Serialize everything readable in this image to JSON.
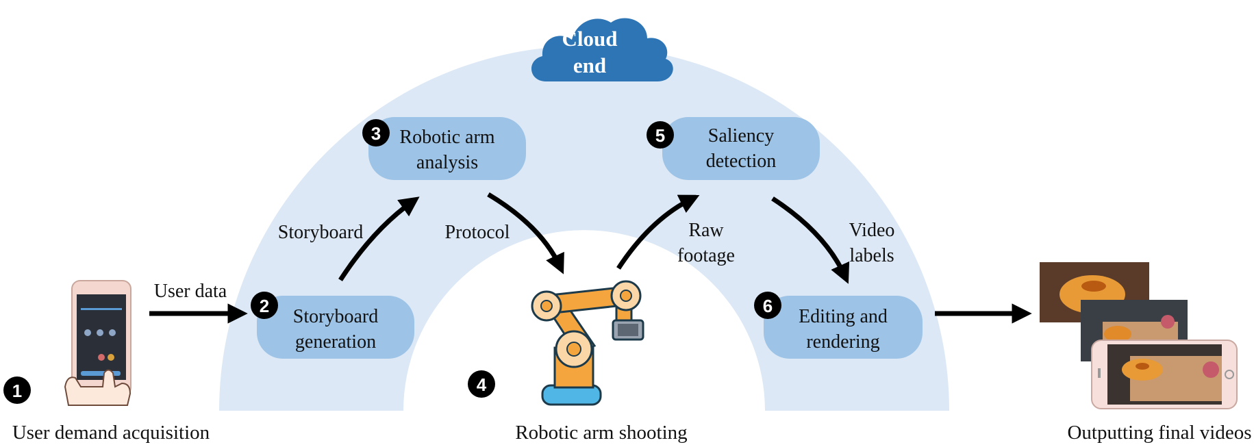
{
  "cloud": {
    "line1": "Cloud",
    "line2": "end"
  },
  "stages": {
    "s1": {
      "number": "1",
      "caption": "User demand acquisition"
    },
    "s2": {
      "number": "2",
      "line1": "Storyboard",
      "line2": "generation"
    },
    "s3": {
      "number": "3",
      "line1": "Robotic arm",
      "line2": "analysis"
    },
    "s4": {
      "number": "4",
      "caption": "Robotic arm shooting"
    },
    "s5": {
      "number": "5",
      "line1": "Saliency",
      "line2": "detection"
    },
    "s6": {
      "number": "6",
      "line1": "Editing and",
      "line2": "rendering"
    },
    "s7": {
      "caption": "Outputting final videos"
    }
  },
  "edges": {
    "user_data": "User data",
    "storyboard": "Storyboard",
    "protocol": "Protocol",
    "raw_footage": {
      "line1": "Raw",
      "line2": "footage"
    },
    "video_labels": {
      "line1": "Video",
      "line2": "labels"
    }
  },
  "colors": {
    "arch": "#dce8f5",
    "box": "#9dc3e6",
    "cloud": "#2e75b6",
    "badge": "#000000",
    "arrow": "#000000"
  }
}
